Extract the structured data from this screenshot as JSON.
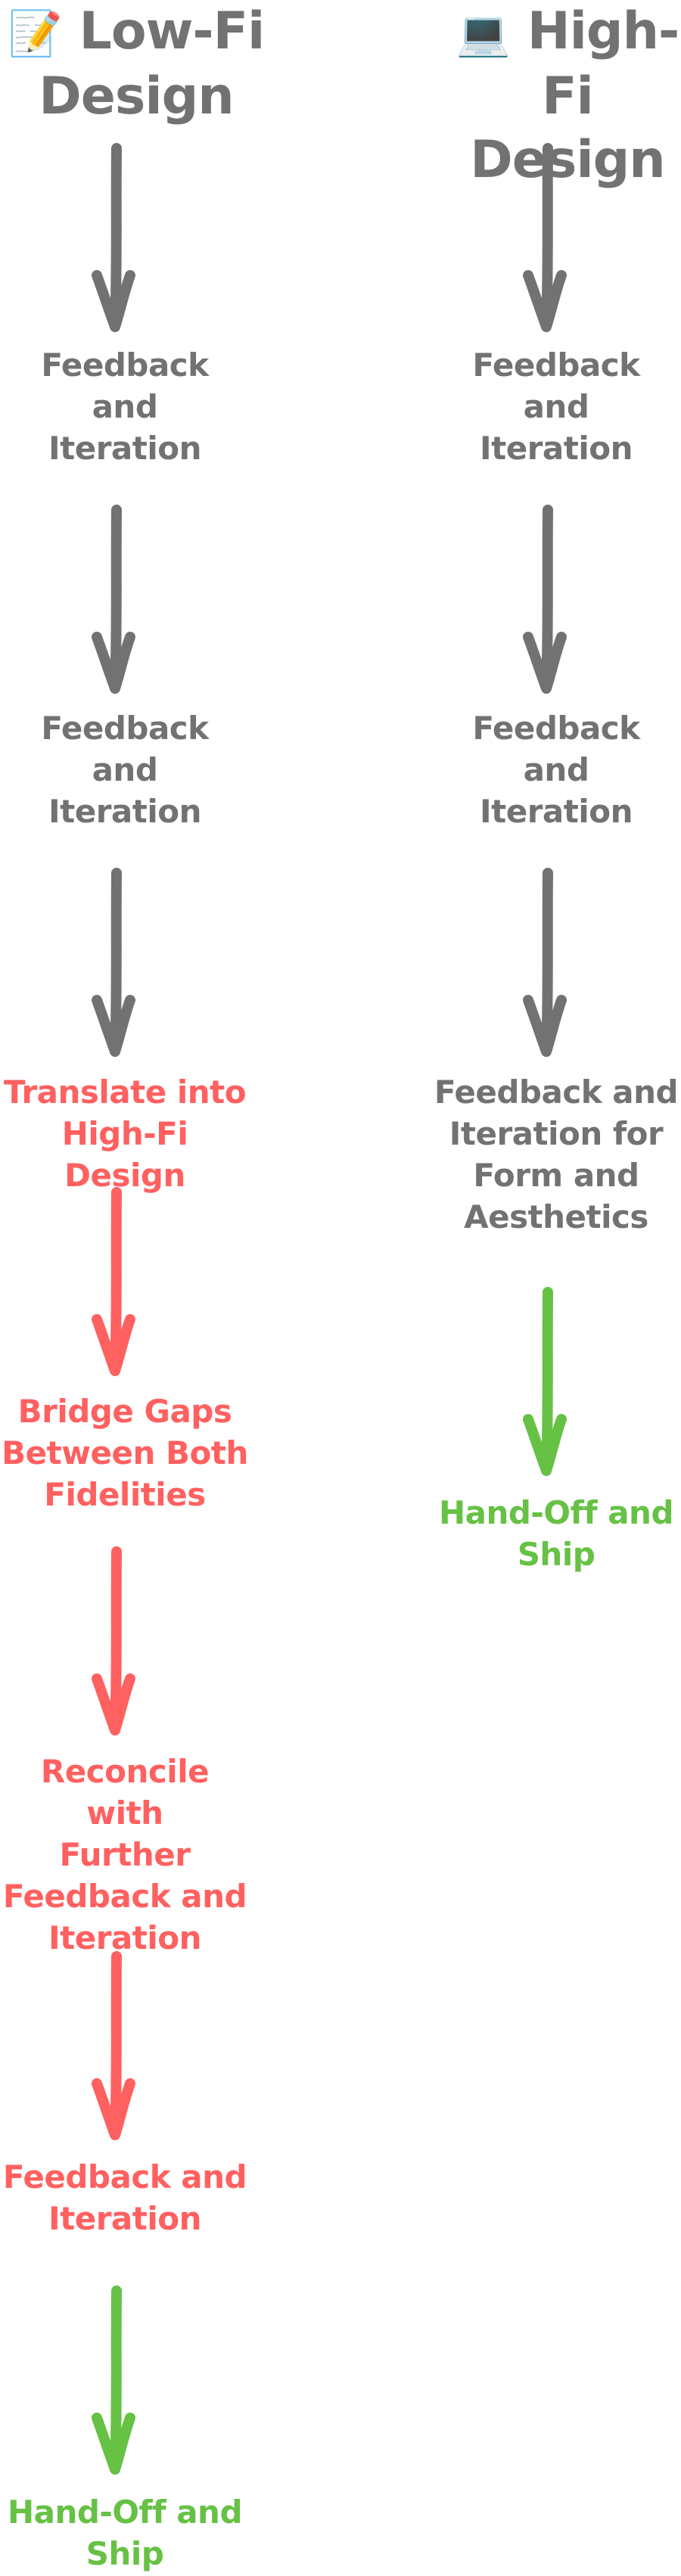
{
  "columns": [
    {
      "emoji": "📝",
      "title_line1": "Low-Fi",
      "title_line2": "Design",
      "steps": [
        {
          "lines": [
            "Feedback",
            "and",
            "Iteration"
          ],
          "color": "#727272"
        },
        {
          "lines": [
            "Feedback",
            "and",
            "Iteration"
          ],
          "color": "#727272"
        },
        {
          "lines": [
            "Translate into",
            "High-Fi Design"
          ],
          "color": "#ff6060"
        },
        {
          "lines": [
            "Bridge Gaps",
            "Between Both",
            "Fidelities"
          ],
          "color": "#ff6060"
        },
        {
          "lines": [
            "Reconcile with",
            "Further",
            "Feedback and",
            "Iteration"
          ],
          "color": "#ff6060"
        },
        {
          "lines": [
            "Feedback and",
            "Iteration"
          ],
          "color": "#ff6060"
        },
        {
          "lines": [
            "Hand-Off and",
            "Ship"
          ],
          "color": "#66c144"
        }
      ]
    },
    {
      "emoji": "💻",
      "title_line1": "High-Fi",
      "title_line2": "Design",
      "steps": [
        {
          "lines": [
            "Feedback",
            "and",
            "Iteration"
          ],
          "color": "#727272"
        },
        {
          "lines": [
            "Feedback",
            "and",
            "Iteration"
          ],
          "color": "#727272"
        },
        {
          "lines": [
            "Feedback and",
            "Iteration for",
            "Form and",
            "Aesthetics"
          ],
          "color": "#727272"
        },
        {
          "lines": [
            "Hand-Off and",
            "Ship"
          ],
          "color": "#66c144"
        }
      ]
    }
  ],
  "colors": {
    "neutral": "#727272",
    "problem": "#ff6060",
    "done": "#66c144"
  }
}
